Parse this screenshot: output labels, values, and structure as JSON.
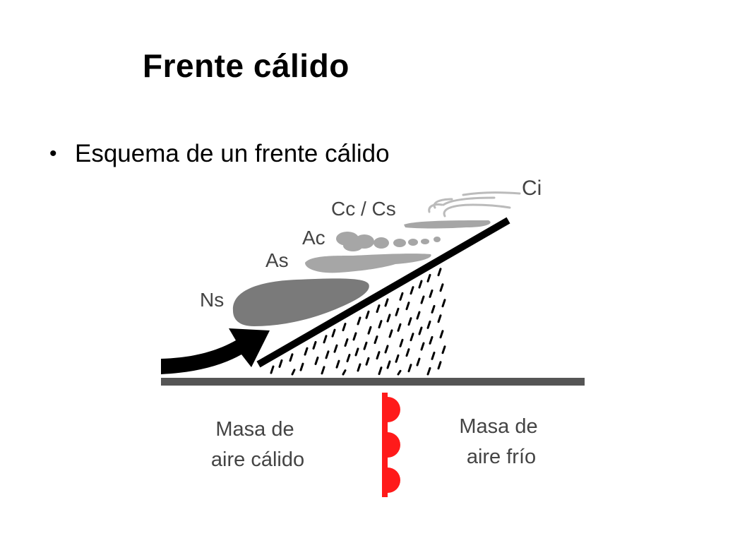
{
  "slide": {
    "title": "Frente cálido",
    "bullet": "Esquema de un frente cálido"
  },
  "diagram": {
    "cloud_labels": {
      "ci": "Ci",
      "cc_cs": "Cc / Cs",
      "ac": "Ac",
      "as": "As",
      "ns": "Ns"
    },
    "warm_mass": [
      "Masa de",
      "aire cálido"
    ],
    "cold_mass": [
      "Masa de",
      "aire frío"
    ],
    "colors": {
      "front_symbol": "#ff1a1a",
      "ground": "#555555",
      "frontal_surface": "#000000",
      "ns_cloud": "#7a7a7a",
      "as_ac_clouds": "#a6a6a6",
      "ci_wisps": "#bbbbbb",
      "rain": "#000000",
      "label_text": "#444444"
    }
  }
}
